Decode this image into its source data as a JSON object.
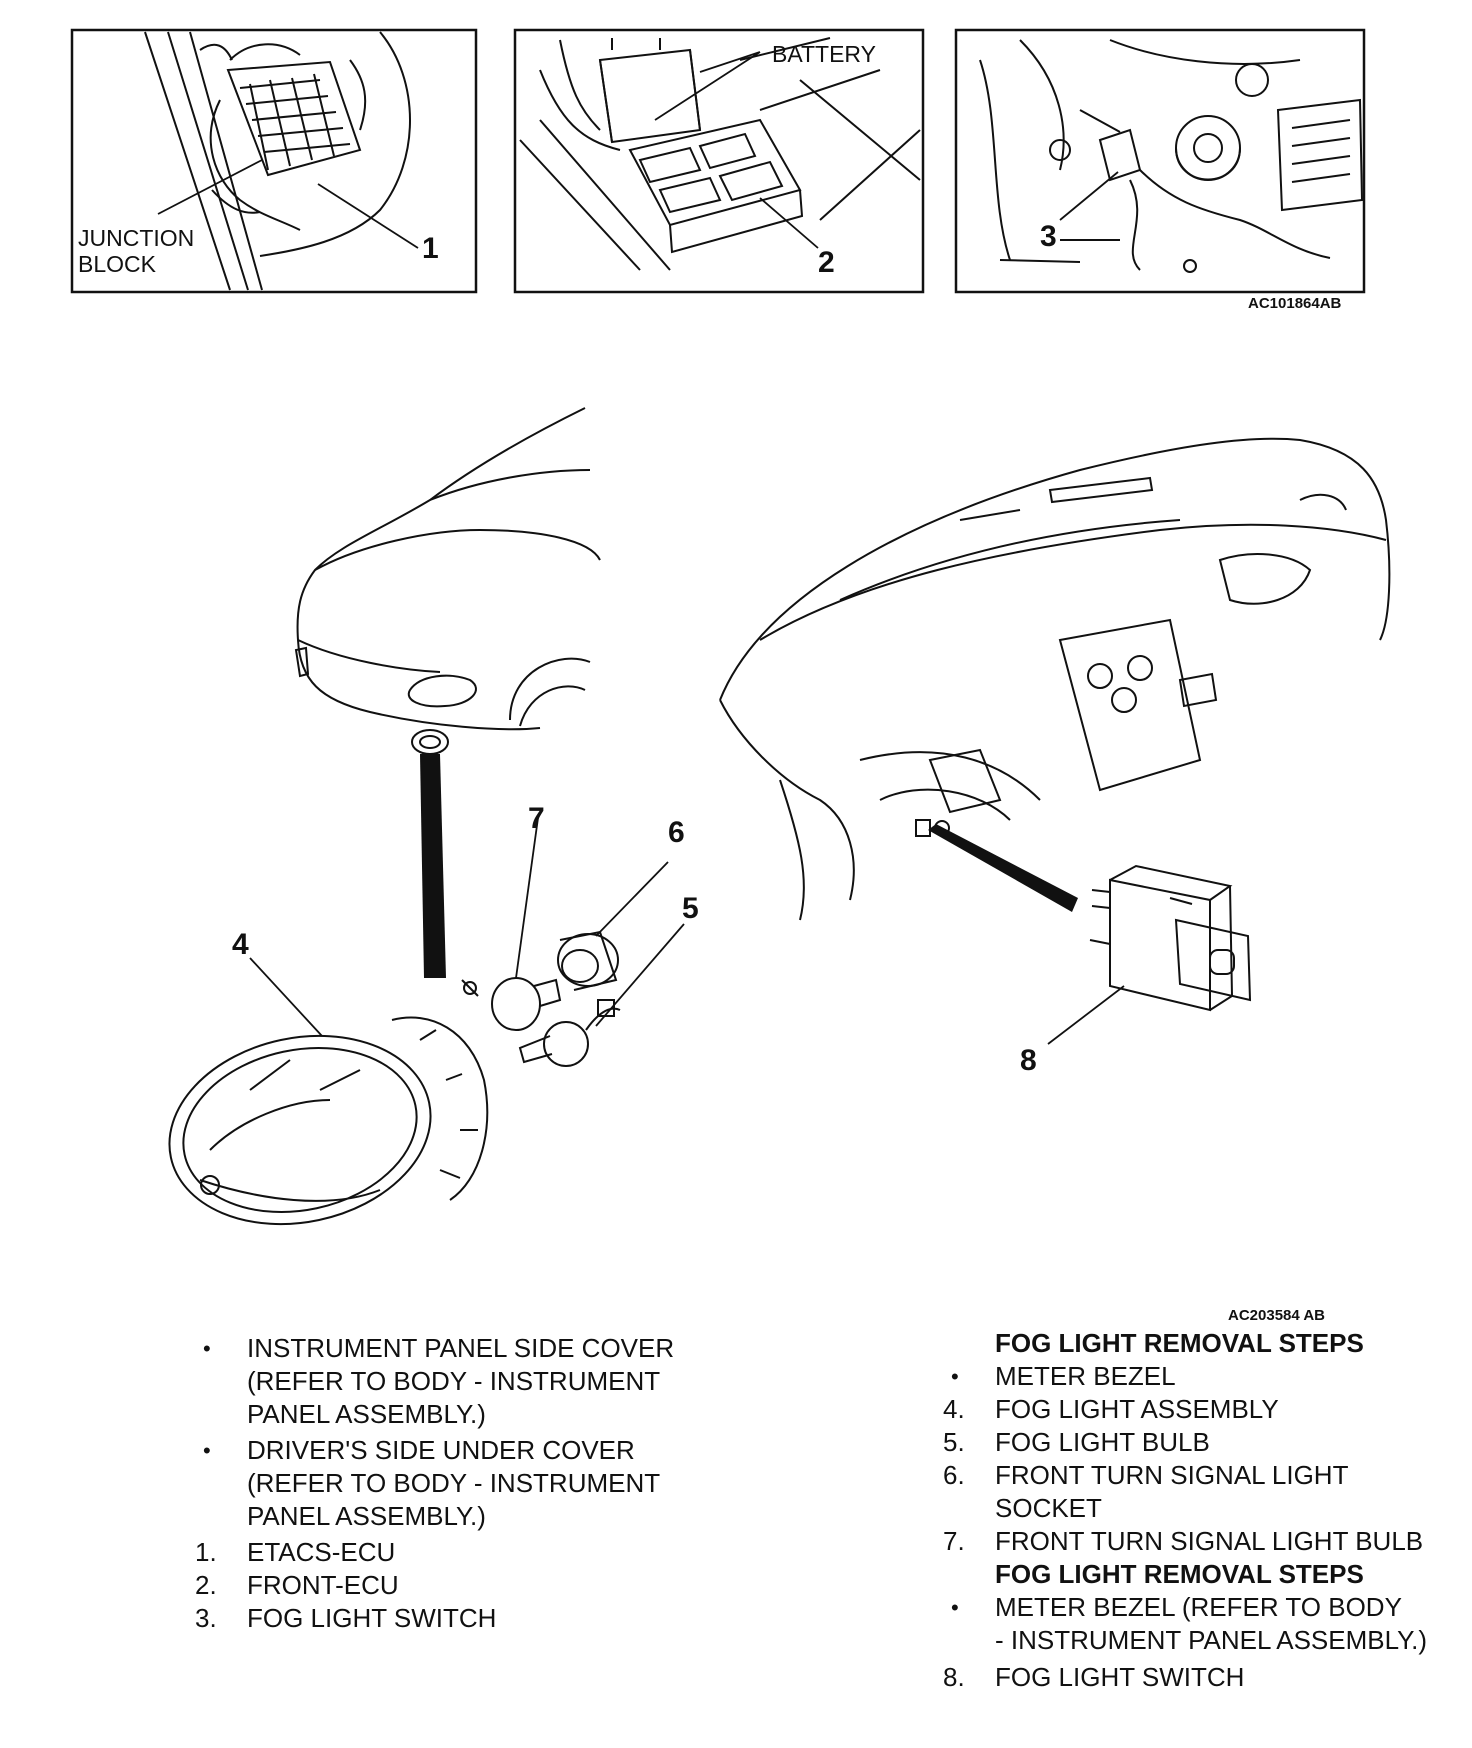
{
  "inset_panels": {
    "junction_block_label_line1": "JUNCTION",
    "junction_block_label_line2": "BLOCK",
    "callout_1": "1",
    "battery_label": "BATTERY",
    "callout_2": "2",
    "callout_3": "3",
    "figure_code_top": "AC101864AB"
  },
  "main_illustration": {
    "callout_4": "4",
    "callout_5": "5",
    "callout_6": "6",
    "callout_7": "7",
    "callout_8": "8",
    "figure_code_bottom": "AC203584 AB"
  },
  "left_list": {
    "items": [
      {
        "marker": "•",
        "text": "INSTRUMENT PANEL SIDE COVER"
      },
      {
        "marker": "",
        "text": "(REFER TO BODY - INSTRUMENT"
      },
      {
        "marker": "",
        "text": "PANEL ASSEMBLY.)"
      },
      {
        "marker": "•",
        "text": "DRIVER'S SIDE UNDER COVER"
      },
      {
        "marker": "",
        "text": "(REFER TO BODY - INSTRUMENT"
      },
      {
        "marker": "",
        "text": "PANEL ASSEMBLY.)"
      },
      {
        "marker": "1.",
        "text": "ETACS-ECU"
      },
      {
        "marker": "2.",
        "text": "FRONT-ECU"
      },
      {
        "marker": "3.",
        "text": "FOG LIGHT SWITCH"
      }
    ]
  },
  "right_list": {
    "items": [
      {
        "marker": "",
        "text": "FOG LIGHT REMOVAL STEPS"
      },
      {
        "marker": "•",
        "text": "METER BEZEL"
      },
      {
        "marker": "4.",
        "text": "FOG LIGHT ASSEMBLY"
      },
      {
        "marker": "5.",
        "text": "FOG LIGHT BULB"
      },
      {
        "marker": "6.",
        "text": "FRONT TURN SIGNAL LIGHT"
      },
      {
        "marker": "",
        "text": "SOCKET"
      },
      {
        "marker": "7.",
        "text": "FRONT TURN SIGNAL LIGHT BULB"
      },
      {
        "marker": "",
        "text": "FOG LIGHT REMOVAL STEPS"
      },
      {
        "marker": "•",
        "text": "METER BEZEL (REFER TO BODY"
      },
      {
        "marker": "",
        "text": "- INSTRUMENT PANEL ASSEMBLY.)"
      },
      {
        "marker": "8.",
        "text": "FOG LIGHT SWITCH"
      }
    ]
  }
}
